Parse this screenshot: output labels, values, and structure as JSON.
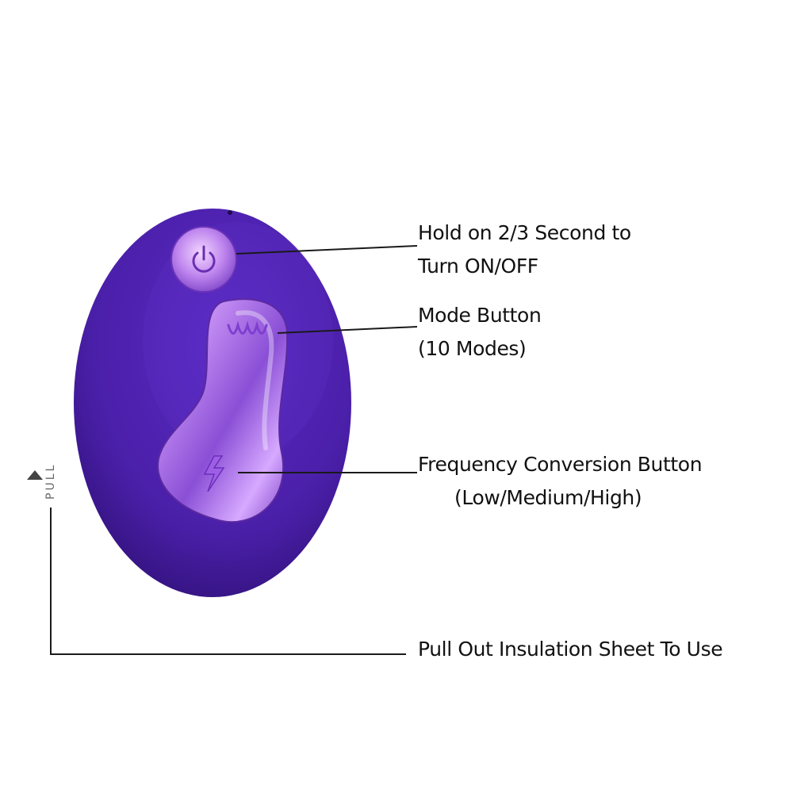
{
  "callouts": {
    "power": {
      "line1": "Hold on 2/3 Second to",
      "line2": "Turn ON/OFF"
    },
    "mode": {
      "line1": "Mode Button",
      "line2": "(10 Modes)"
    },
    "frequency": {
      "line1": "Frequency Conversion Button",
      "line2": "(Low/Medium/High)"
    },
    "pull_out": {
      "text": "Pull Out Insulation Sheet To Use"
    }
  },
  "device": {
    "pull_tab": {
      "text": "PULL"
    }
  },
  "colors": {
    "body": "#4a1fa8",
    "body_shade": "#2d0f73",
    "button_metal": "#c28cf2",
    "button_metal_dark": "#7a3fc6",
    "leader_line": "#1a1a1a"
  },
  "icons": [
    "power-icon",
    "wave-icon",
    "lightning-icon",
    "pull-arrow-icon"
  ]
}
